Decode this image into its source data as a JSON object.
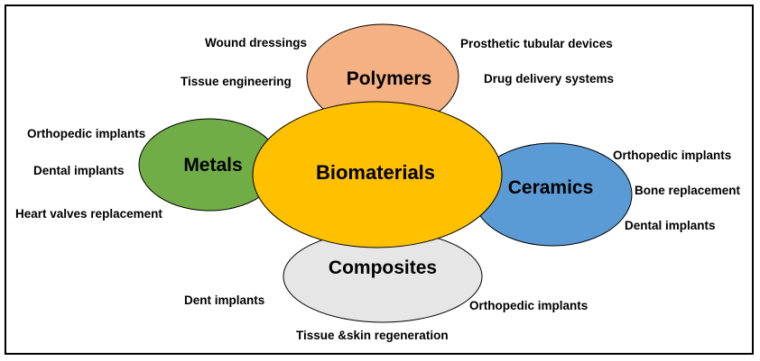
{
  "center": {
    "label": "Biomaterials",
    "fill": "#FFC000"
  },
  "categories": {
    "polymers": {
      "label": "Polymers",
      "fill": "#F4B183",
      "uses": [
        "Wound dressings",
        "Tissue engineering",
        "Prosthetic tubular devices",
        "Drug delivery systems"
      ]
    },
    "metals": {
      "label": "Metals",
      "fill": "#70AD47",
      "uses": [
        "Orthopedic implants",
        "Dental implants",
        "Heart valves replacement"
      ]
    },
    "ceramics": {
      "label": "Ceramics",
      "fill": "#5B9BD5",
      "uses": [
        "Orthopedic implants",
        "Bone replacement",
        "Dental implants"
      ]
    },
    "composites": {
      "label": "Composites",
      "fill": "#E7E6E6",
      "uses": [
        "Dent implants",
        "Orthopedic implants",
        "Tissue &skin regeneration"
      ]
    }
  }
}
